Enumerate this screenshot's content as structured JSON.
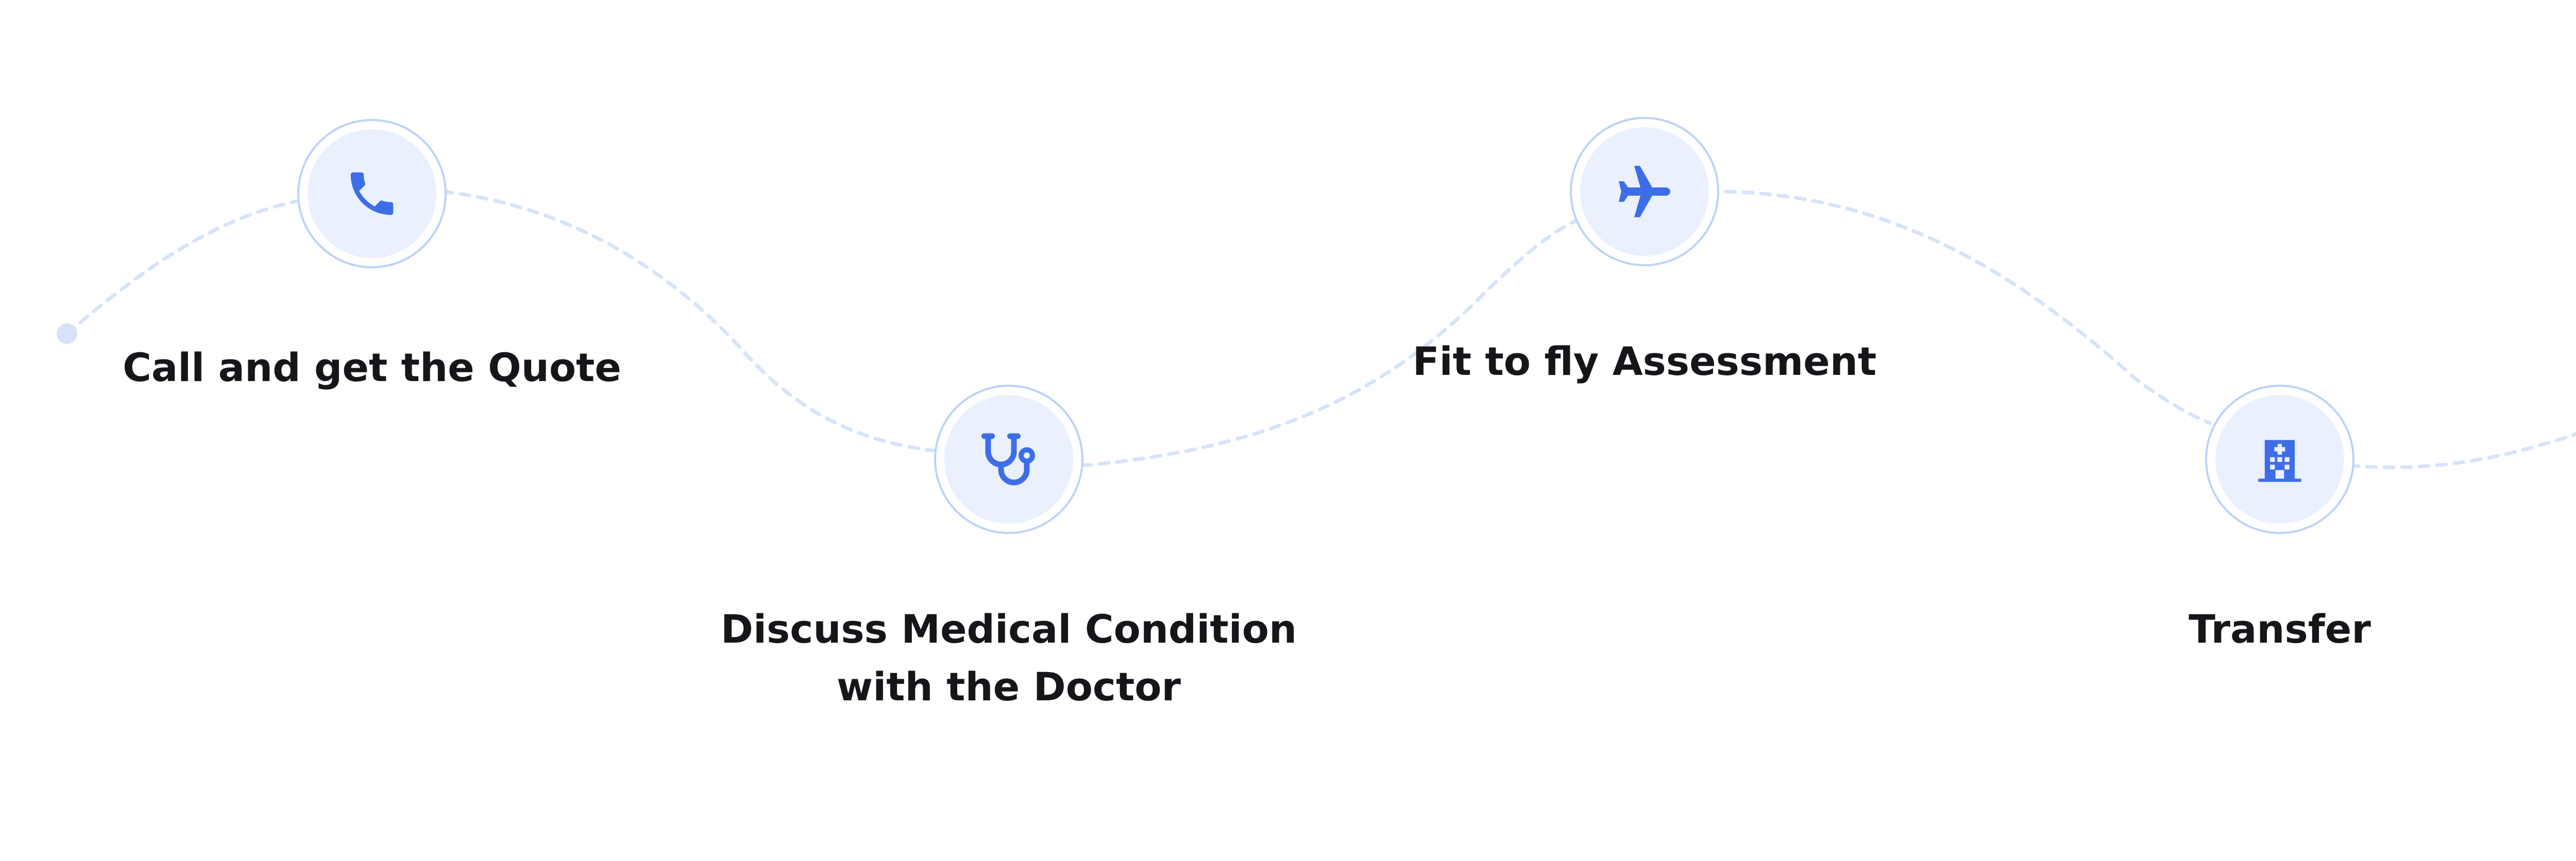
{
  "diagram": {
    "path_color": "#d6e3fa",
    "accent_color": "#3d6ee8",
    "node_fill": "#eaf0fd",
    "node_border": "#bcd2f7",
    "steps": [
      {
        "label": "Call and get the Quote",
        "icon": "phone-icon"
      },
      {
        "label": "Discuss Medical Condition\nwith the Doctor",
        "icon": "stethoscope-icon"
      },
      {
        "label": "Fit to fly Assessment",
        "icon": "airplane-icon"
      },
      {
        "label": "Transfer",
        "icon": "hospital-icon"
      }
    ]
  }
}
